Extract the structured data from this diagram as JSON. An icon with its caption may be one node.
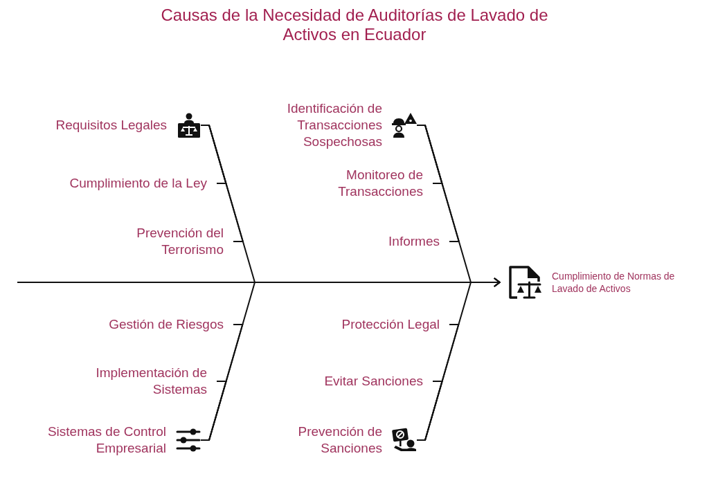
{
  "diagram": {
    "title": "Causas de la Necesidad de Auditorías de Lavado de Activos en Ecuador",
    "nodes": [
      {
        "text": [
          "Requisitos Legales"
        ]
      },
      {
        "text": [
          "Cumplimiento de la Ley"
        ]
      },
      {
        "text": [
          "Prevención del Terrorismo"
        ]
      },
      {
        "text": [
          "Identificación de Transacciones Sospechosas"
        ]
      },
      {
        "text": [
          "Monitoreo de Transacciones"
        ]
      },
      {
        "text": [
          "Informes"
        ]
      },
      {
        "text": [
          "Gestión de Riesgos"
        ]
      },
      {
        "text": [
          "Implementación de Sistemas"
        ]
      },
      {
        "text": [
          "Sistemas de Control Empresarial"
        ]
      },
      {
        "text": [
          "Protección Legal"
        ]
      },
      {
        "text": [
          "Evitar Sanciones"
        ]
      },
      {
        "text": [
          "Prevención de Sanciones"
        ]
      },
      {
        "text": [
          "Cumplimiento de Normas de Lavado de Activos"
        ]
      }
    ],
    "edges": [
      {
        "from": null,
        "to": 12,
        "arrow": "to"
      },
      {
        "from": 0,
        "to": 12,
        "arrow": "to"
      },
      {
        "from": 3,
        "to": 12,
        "arrow": "to"
      },
      {
        "from": 8,
        "to": 12,
        "arrow": "to"
      },
      {
        "from": 11,
        "to": 12,
        "arrow": "to"
      },
      {
        "from": 1,
        "to": 0,
        "arrow": "none"
      },
      {
        "from": 2,
        "to": 0,
        "arrow": "none"
      },
      {
        "from": 4,
        "to": 3,
        "arrow": "none"
      },
      {
        "from": 5,
        "to": 3,
        "arrow": "none"
      },
      {
        "from": 6,
        "to": 8,
        "arrow": "none"
      },
      {
        "from": 7,
        "to": 8,
        "arrow": "none"
      },
      {
        "from": 9,
        "to": 11,
        "arrow": "none"
      },
      {
        "from": 10,
        "to": 11,
        "arrow": "none"
      }
    ]
  }
}
